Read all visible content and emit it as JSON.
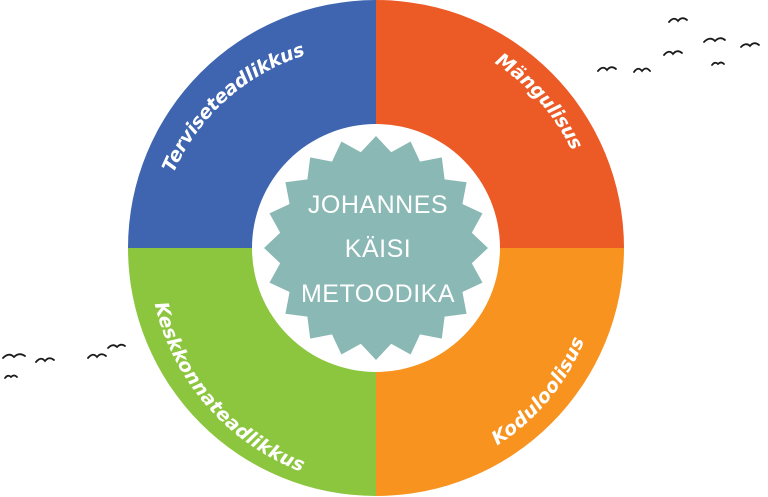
{
  "diagram": {
    "center": {
      "lines": [
        "JOHANNES",
        "KÄISI",
        "METOODIKA"
      ],
      "color": "#8AB8B4"
    },
    "quadrants": {
      "top_left": {
        "label": "Terviseteadlikkus",
        "color": "#3F65B0"
      },
      "top_right": {
        "label": "Mängulisus",
        "color": "#EC5A25"
      },
      "bottom_left": {
        "label": "Keskkonnateadlikkus",
        "color": "#8CC63F"
      },
      "bottom_right": {
        "label": "Koduloolisus",
        "color": "#F7931E"
      }
    },
    "decoration": {
      "birds": "flock-of-birds"
    }
  }
}
